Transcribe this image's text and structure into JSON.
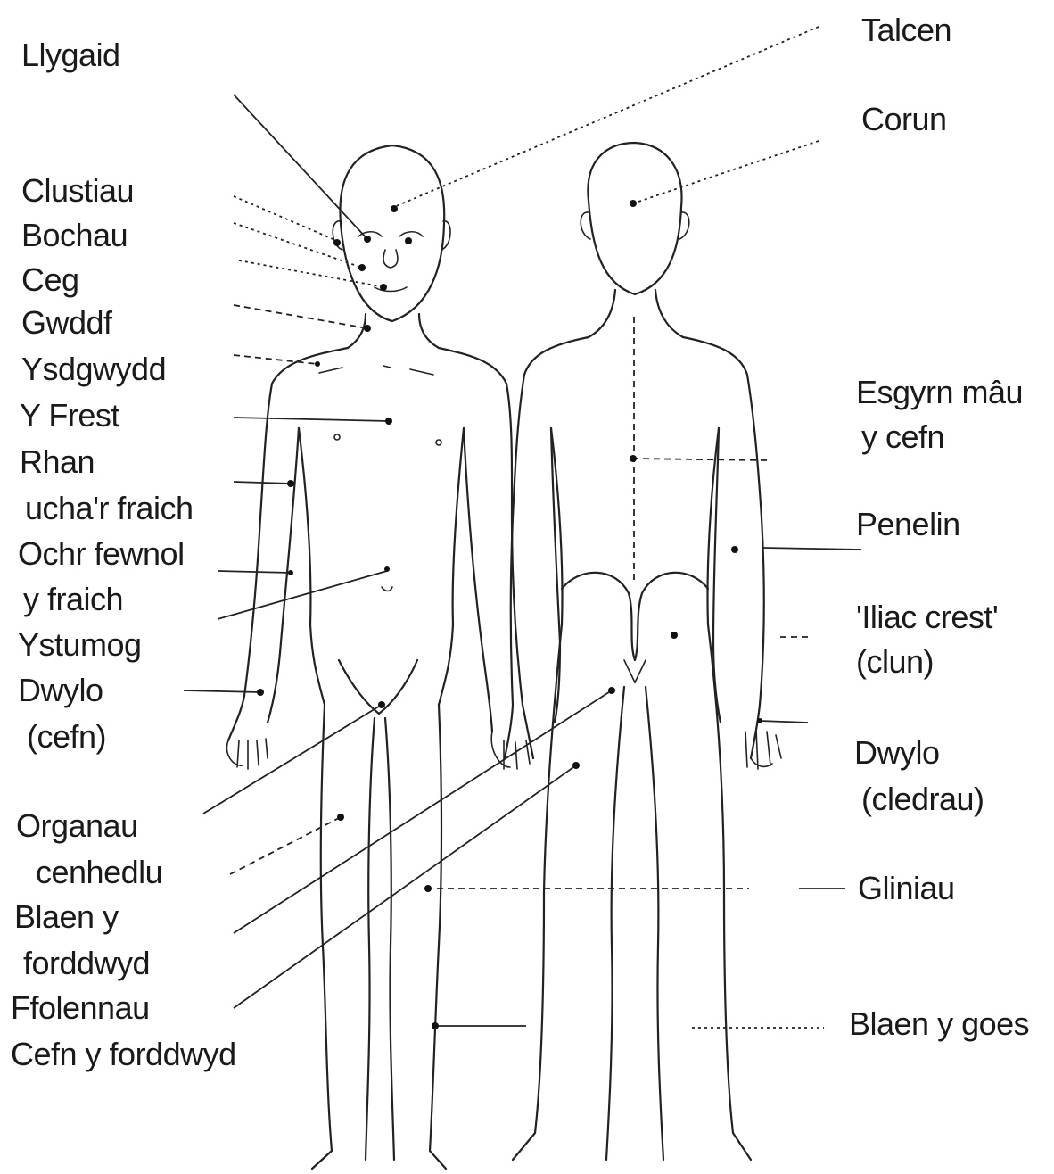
{
  "labels_left": {
    "llygaid": "Llygaid",
    "clustiau": "Clustiau",
    "bochau": "Bochau",
    "ceg": "Ceg",
    "gwddf": "Gwddf",
    "ysdgwydd": "Ysdgwydd",
    "y_frest": "Y Frest",
    "rhan": "Rhan",
    "ucha_r_fraich": "ucha'r fraich",
    "ochr_fewnol": "Ochr fewnol",
    "y_fraich": "y fraich",
    "ystumog": "Ystumog",
    "dwylo": "Dwylo",
    "cefn": "(cefn)",
    "organau": "Organau",
    "cenhedlu": "cenhedlu",
    "blaen_y": "Blaen y",
    "forddwyd": "forddwyd",
    "ffolennau": "Ffolennau",
    "cefn_y_forddwyd": "Cefn y forddwyd"
  },
  "labels_right": {
    "talcen": "Talcen",
    "corun": "Corun",
    "esgyrn_mau": "Esgyrn mâu",
    "y_cefn": "y cefn",
    "penelin": "Penelin",
    "iliac_crest": "'Iliac crest'",
    "clun": "(clun)",
    "dwylo": "Dwylo",
    "cledrau": "(cledrau)",
    "gliniau": "Gliniau",
    "blaen_y_goes": "Blaen y goes"
  }
}
